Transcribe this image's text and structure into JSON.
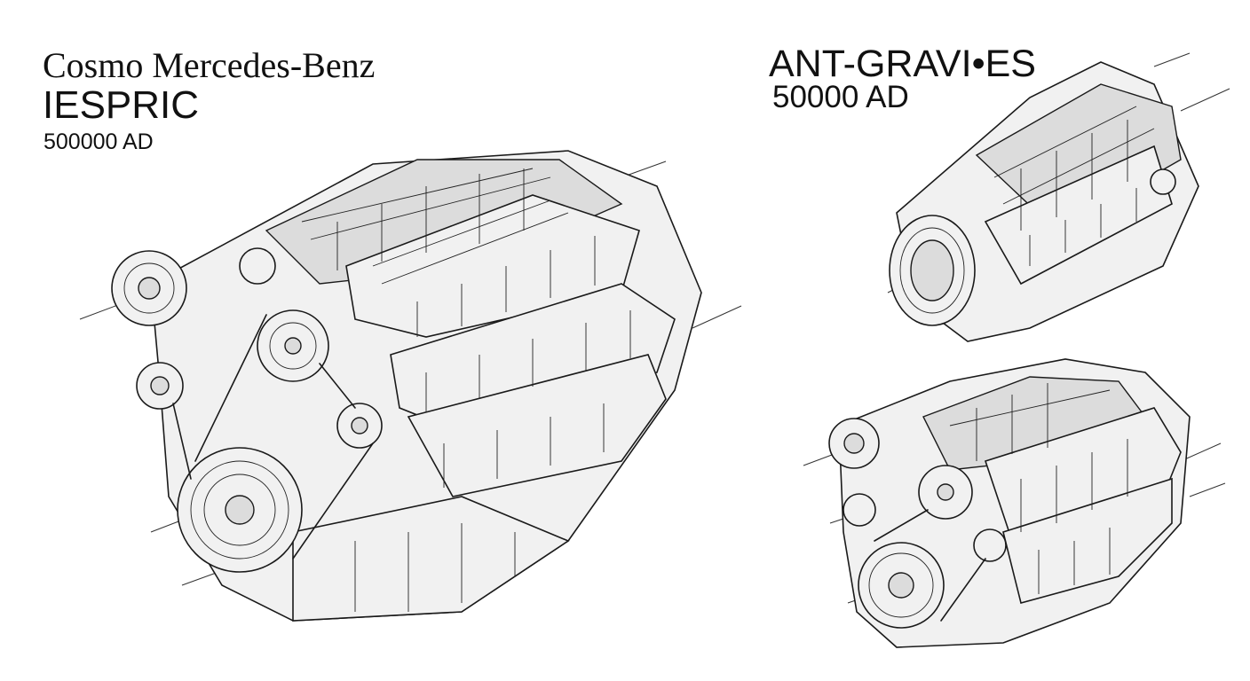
{
  "left_engine": {
    "brand": "Cosmo Mercedes-Benz",
    "model": "IESPRIC",
    "era": "500000 AD"
  },
  "right_engines": {
    "title": "ANT-GRAVI•ES",
    "era": "50000 AD"
  }
}
